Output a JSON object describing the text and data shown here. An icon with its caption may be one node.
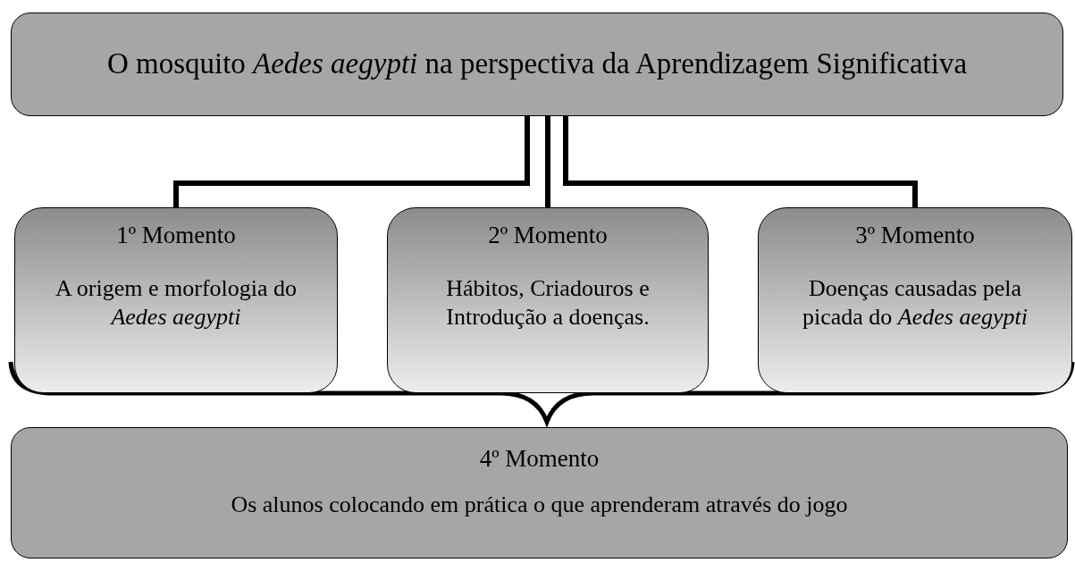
{
  "diagram": {
    "nodes": [
      {
        "text": [
          "O mosquito *Aedes aegypti* na perspectiva da Aprendizagem Significativa"
        ]
      },
      {
        "text": [
          "1º Momento",
          "A origem e morfologia do *Aedes aegypti*"
        ]
      },
      {
        "text": [
          "2º Momento",
          "Hábitos, Criadouros e Introdução a doenças."
        ]
      },
      {
        "text": [
          "3º Momento",
          "Doenças causadas pela picada do *Aedes aegypti*"
        ]
      },
      {
        "text": [
          "4º Momento",
          "Os alunos colocando em prática o que aprenderam através do jogo"
        ]
      }
    ],
    "edges": [
      {
        "from": 0,
        "to": 1,
        "arrow": "none"
      },
      {
        "from": 0,
        "to": 2,
        "arrow": "none"
      },
      {
        "from": 0,
        "to": 3,
        "arrow": "none"
      }
    ]
  }
}
